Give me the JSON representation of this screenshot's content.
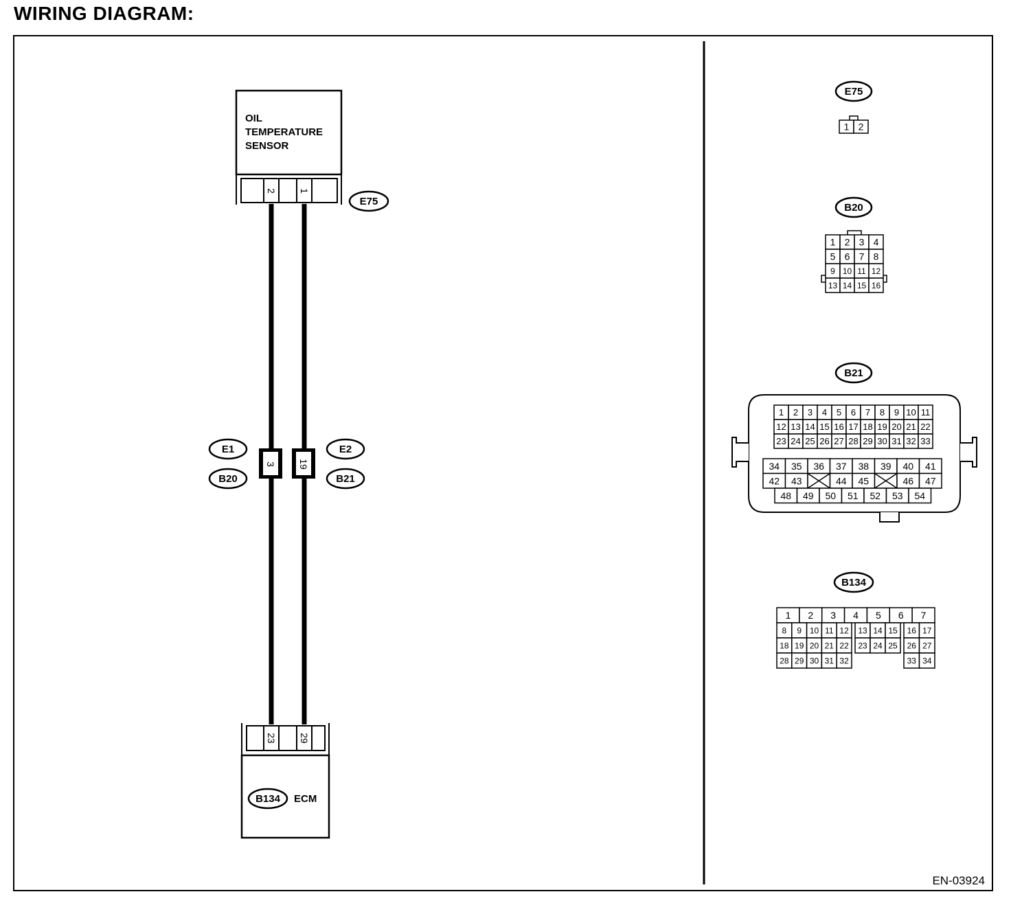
{
  "title": "WIRING DIAGRAM:",
  "figure_code": "EN-03924",
  "sensor": {
    "label_lines": [
      "OIL",
      "TEMPERATURE",
      "SENSOR"
    ],
    "connector": "E75",
    "pins": [
      "2",
      "1"
    ]
  },
  "junctions": {
    "left": {
      "labels": [
        "E1",
        "B20"
      ],
      "pin": "3"
    },
    "right": {
      "labels": [
        "E2",
        "B21"
      ],
      "pin": "19"
    }
  },
  "ecm": {
    "label": "ECM",
    "connector": "B134",
    "pins": [
      "23",
      "29"
    ]
  },
  "connector_views": {
    "e75": {
      "label": "E75",
      "pins": [
        "1",
        "2"
      ]
    },
    "b20": {
      "label": "B20",
      "rows": [
        [
          "1",
          "2",
          "3",
          "4"
        ],
        [
          "5",
          "6",
          "7",
          "8"
        ],
        [
          "9",
          "10",
          "11",
          "12"
        ],
        [
          "13",
          "14",
          "15",
          "16"
        ]
      ]
    },
    "b21": {
      "label": "B21",
      "upper_rows": [
        [
          "1",
          "2",
          "3",
          "4",
          "5",
          "6",
          "7",
          "8",
          "9",
          "10",
          "11"
        ],
        [
          "12",
          "13",
          "14",
          "15",
          "16",
          "17",
          "18",
          "19",
          "20",
          "21",
          "22"
        ],
        [
          "23",
          "24",
          "25",
          "26",
          "27",
          "28",
          "29",
          "30",
          "31",
          "32",
          "33"
        ]
      ],
      "lower_rows": [
        [
          "34",
          "35",
          "36",
          "37",
          "38",
          "39",
          "40",
          "41"
        ],
        [
          "42",
          "43",
          "",
          "44",
          "45",
          "",
          "46",
          "47"
        ],
        [
          "48",
          "49",
          "50",
          "51",
          "52",
          "53",
          "54"
        ]
      ]
    },
    "b134": {
      "label": "B134",
      "top_row": [
        "1",
        "2",
        "3",
        "4",
        "5",
        "6",
        "7"
      ],
      "left_rows": [
        [
          "8",
          "9",
          "10",
          "11",
          "12"
        ],
        [
          "18",
          "19",
          "20",
          "21",
          "22"
        ],
        [
          "28",
          "29",
          "30",
          "31",
          "32"
        ]
      ],
      "mid_rows": [
        [
          "13",
          "14",
          "15"
        ],
        [
          "23",
          "24",
          "25"
        ]
      ],
      "right_rows": [
        [
          "16",
          "17"
        ],
        [
          "26",
          "27"
        ],
        [
          "33",
          "34"
        ]
      ]
    }
  }
}
